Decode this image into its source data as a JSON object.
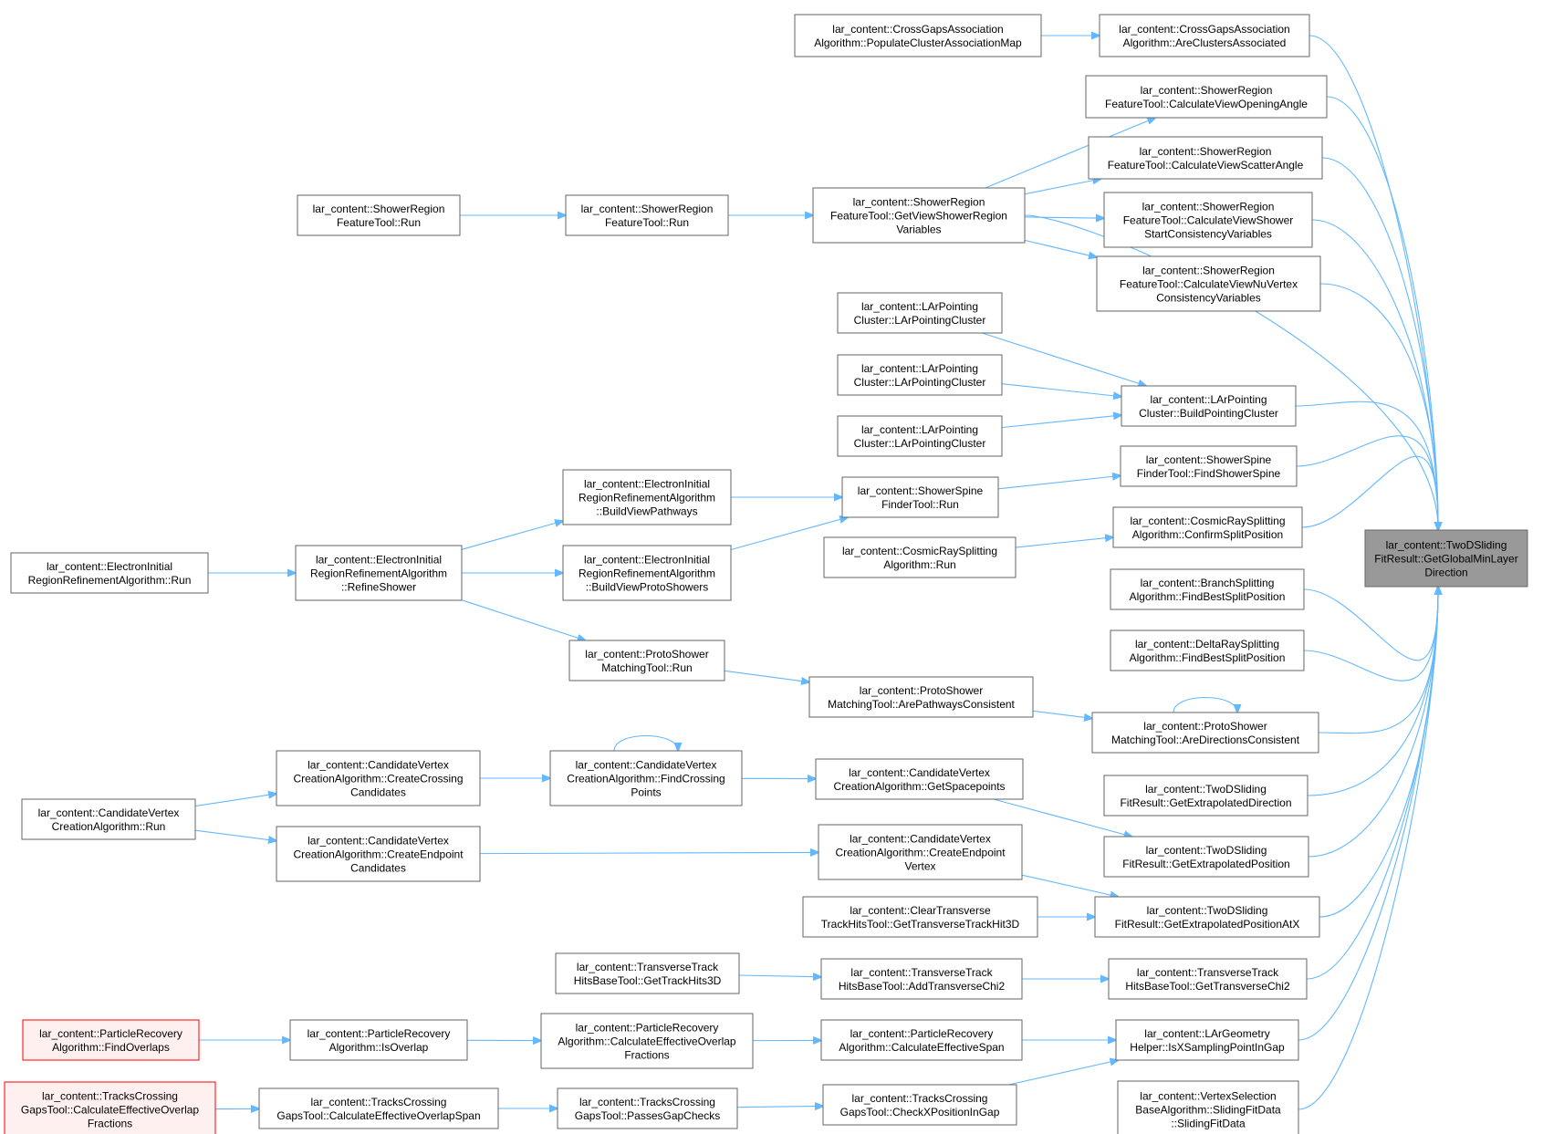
{
  "colors": {
    "edge": "#63b8ff",
    "root_fill": "#999999",
    "node_border": "#666666",
    "highlight_border": "#ff0000",
    "highlight_fill": "#fff0f0"
  },
  "nodes": [
    {
      "id": "root",
      "lines": [
        "lar_content::TwoDSliding",
        "FitResult::GetGlobalMinLayer",
        "Direction"
      ],
      "style": "root"
    },
    {
      "id": "cg_are",
      "lines": [
        "lar_content::CrossGapsAssociation",
        "Algorithm::AreClustersAssociated"
      ]
    },
    {
      "id": "cg_pop",
      "lines": [
        "lar_content::CrossGapsAssociation",
        "Algorithm::PopulateClusterAssociationMap"
      ]
    },
    {
      "id": "sr_open",
      "lines": [
        "lar_content::ShowerRegion",
        "FeatureTool::CalculateViewOpeningAngle"
      ]
    },
    {
      "id": "sr_scatter",
      "lines": [
        "lar_content::ShowerRegion",
        "FeatureTool::CalculateViewScatterAngle"
      ]
    },
    {
      "id": "sr_start",
      "lines": [
        "lar_content::ShowerRegion",
        "FeatureTool::CalculateViewShower",
        "StartConsistencyVariables"
      ]
    },
    {
      "id": "sr_nu",
      "lines": [
        "lar_content::ShowerRegion",
        "FeatureTool::CalculateViewNuVertex",
        "ConsistencyVariables"
      ]
    },
    {
      "id": "sr_get",
      "lines": [
        "lar_content::ShowerRegion",
        "FeatureTool::GetViewShowerRegion",
        "Variables"
      ]
    },
    {
      "id": "sr_run1",
      "lines": [
        "lar_content::ShowerRegion",
        "FeatureTool::Run"
      ]
    },
    {
      "id": "sr_run2",
      "lines": [
        "lar_content::ShowerRegion",
        "FeatureTool::Run"
      ]
    },
    {
      "id": "lp_c1",
      "lines": [
        "lar_content::LArPointing",
        "Cluster::LArPointingCluster"
      ]
    },
    {
      "id": "lp_c2",
      "lines": [
        "lar_content::LArPointing",
        "Cluster::LArPointingCluster"
      ]
    },
    {
      "id": "lp_c3",
      "lines": [
        "lar_content::LArPointing",
        "Cluster::LArPointingCluster"
      ]
    },
    {
      "id": "lp_build",
      "lines": [
        "lar_content::LArPointing",
        "Cluster::BuildPointingCluster"
      ]
    },
    {
      "id": "ss_find",
      "lines": [
        "lar_content::ShowerSpine",
        "FinderTool::FindShowerSpine"
      ]
    },
    {
      "id": "ss_run",
      "lines": [
        "lar_content::ShowerSpine",
        "FinderTool::Run"
      ]
    },
    {
      "id": "ei_path",
      "lines": [
        "lar_content::ElectronInitial",
        "RegionRefinementAlgorithm",
        "::BuildViewPathways"
      ]
    },
    {
      "id": "ei_proto",
      "lines": [
        "lar_content::ElectronInitial",
        "RegionRefinementAlgorithm",
        "::BuildViewProtoShowers"
      ]
    },
    {
      "id": "ei_refine",
      "lines": [
        "lar_content::ElectronInitial",
        "RegionRefinementAlgorithm",
        "::RefineShower"
      ]
    },
    {
      "id": "ei_run",
      "lines": [
        "lar_content::ElectronInitial",
        "RegionRefinementAlgorithm::Run"
      ]
    },
    {
      "id": "cr_confirm",
      "lines": [
        "lar_content::CosmicRaySplitting",
        "Algorithm::ConfirmSplitPosition"
      ]
    },
    {
      "id": "cr_run",
      "lines": [
        "lar_content::CosmicRaySplitting",
        "Algorithm::Run"
      ]
    },
    {
      "id": "bs_find",
      "lines": [
        "lar_content::BranchSplitting",
        "Algorithm::FindBestSplitPosition"
      ]
    },
    {
      "id": "dr_find",
      "lines": [
        "lar_content::DeltaRaySplitting",
        "Algorithm::FindBestSplitPosition"
      ]
    },
    {
      "id": "ps_dir",
      "lines": [
        "lar_content::ProtoShower",
        "MatchingTool::AreDirectionsConsistent"
      ]
    },
    {
      "id": "ps_path",
      "lines": [
        "lar_content::ProtoShower",
        "MatchingTool::ArePathwaysConsistent"
      ]
    },
    {
      "id": "ps_run",
      "lines": [
        "lar_content::ProtoShower",
        "MatchingTool::Run"
      ]
    },
    {
      "id": "tds_dir",
      "lines": [
        "lar_content::TwoDSliding",
        "FitResult::GetExtrapolatedDirection"
      ]
    },
    {
      "id": "tds_pos",
      "lines": [
        "lar_content::TwoDSliding",
        "FitResult::GetExtrapolatedPosition"
      ]
    },
    {
      "id": "tds_posx",
      "lines": [
        "lar_content::TwoDSliding",
        "FitResult::GetExtrapolatedPositionAtX"
      ]
    },
    {
      "id": "cv_space",
      "lines": [
        "lar_content::CandidateVertex",
        "CreationAlgorithm::GetSpacepoints"
      ]
    },
    {
      "id": "cv_find",
      "lines": [
        "lar_content::CandidateVertex",
        "CreationAlgorithm::FindCrossing",
        "Points"
      ]
    },
    {
      "id": "cv_cross",
      "lines": [
        "lar_content::CandidateVertex",
        "CreationAlgorithm::CreateCrossing",
        "Candidates"
      ]
    },
    {
      "id": "cv_endv",
      "lines": [
        "lar_content::CandidateVertex",
        "CreationAlgorithm::CreateEndpoint",
        "Vertex"
      ]
    },
    {
      "id": "cv_endc",
      "lines": [
        "lar_content::CandidateVertex",
        "CreationAlgorithm::CreateEndpoint",
        "Candidates"
      ]
    },
    {
      "id": "cv_run",
      "lines": [
        "lar_content::CandidateVertex",
        "CreationAlgorithm::Run"
      ]
    },
    {
      "id": "ct_get",
      "lines": [
        "lar_content::ClearTransverse",
        "TrackHitsTool::GetTransverseTrackHit3D"
      ]
    },
    {
      "id": "tt_chi2",
      "lines": [
        "lar_content::TransverseTrack",
        "HitsBaseTool::GetTransverseChi2"
      ]
    },
    {
      "id": "tt_add",
      "lines": [
        "lar_content::TransverseTrack",
        "HitsBaseTool::AddTransverseChi2"
      ]
    },
    {
      "id": "tt_hits",
      "lines": [
        "lar_content::TransverseTrack",
        "HitsBaseTool::GetTrackHits3D"
      ]
    },
    {
      "id": "geo",
      "lines": [
        "lar_content::LArGeometry",
        "Helper::IsXSamplingPointInGap"
      ]
    },
    {
      "id": "pr_span",
      "lines": [
        "lar_content::ParticleRecovery",
        "Algorithm::CalculateEffectiveSpan"
      ]
    },
    {
      "id": "pr_frac",
      "lines": [
        "lar_content::ParticleRecovery",
        "Algorithm::CalculateEffectiveOverlap",
        "Fractions"
      ]
    },
    {
      "id": "pr_overlap",
      "lines": [
        "lar_content::ParticleRecovery",
        "Algorithm::IsOverlap"
      ]
    },
    {
      "id": "pr_find",
      "lines": [
        "lar_content::ParticleRecovery",
        "Algorithm::FindOverlaps"
      ],
      "style": "red"
    },
    {
      "id": "tc_check",
      "lines": [
        "lar_content::TracksCrossing",
        "GapsTool::CheckXPositionInGap"
      ]
    },
    {
      "id": "tc_pass",
      "lines": [
        "lar_content::TracksCrossing",
        "GapsTool::PassesGapChecks"
      ]
    },
    {
      "id": "tc_span",
      "lines": [
        "lar_content::TracksCrossing",
        "GapsTool::CalculateEffectiveOverlapSpan"
      ]
    },
    {
      "id": "tc_frac",
      "lines": [
        "lar_content::TracksCrossing",
        "GapsTool::CalculateEffectiveOverlap",
        "Fractions"
      ],
      "style": "red"
    },
    {
      "id": "vs",
      "lines": [
        "lar_content::VertexSelection",
        "BaseAlgorithm::SlidingFitData",
        "::SlidingFitData"
      ]
    }
  ],
  "edges": [
    [
      "cg_pop",
      "cg_are"
    ],
    [
      "cg_are",
      "root"
    ],
    [
      "sr_open",
      "root"
    ],
    [
      "sr_scatter",
      "root"
    ],
    [
      "sr_start",
      "root"
    ],
    [
      "sr_nu",
      "root"
    ],
    [
      "sr_get",
      "root"
    ],
    [
      "sr_get",
      "sr_open"
    ],
    [
      "sr_get",
      "sr_scatter"
    ],
    [
      "sr_get",
      "sr_start"
    ],
    [
      "sr_get",
      "sr_nu"
    ],
    [
      "sr_run1",
      "sr_run2"
    ],
    [
      "sr_run2",
      "sr_get"
    ],
    [
      "lp_c1",
      "lp_build"
    ],
    [
      "lp_c2",
      "lp_build"
    ],
    [
      "lp_c3",
      "lp_build"
    ],
    [
      "lp_build",
      "root"
    ],
    [
      "ss_find",
      "root"
    ],
    [
      "ss_run",
      "ss_find"
    ],
    [
      "ei_path",
      "ss_run"
    ],
    [
      "ei_proto",
      "ss_run"
    ],
    [
      "ei_refine",
      "ei_path"
    ],
    [
      "ei_refine",
      "ei_proto"
    ],
    [
      "ei_refine",
      "ps_run"
    ],
    [
      "ei_run",
      "ei_refine"
    ],
    [
      "cr_confirm",
      "root"
    ],
    [
      "cr_run",
      "cr_confirm"
    ],
    [
      "bs_find",
      "root"
    ],
    [
      "dr_find",
      "root"
    ],
    [
      "ps_dir",
      "root"
    ],
    [
      "ps_dir",
      "ps_dir"
    ],
    [
      "ps_path",
      "ps_dir"
    ],
    [
      "ps_run",
      "ps_path"
    ],
    [
      "tds_dir",
      "root"
    ],
    [
      "tds_pos",
      "root"
    ],
    [
      "tds_posx",
      "root"
    ],
    [
      "cv_space",
      "tds_pos"
    ],
    [
      "cv_endv",
      "tds_posx"
    ],
    [
      "ct_get",
      "tds_posx"
    ],
    [
      "cv_find",
      "cv_find"
    ],
    [
      "cv_find",
      "cv_space"
    ],
    [
      "cv_cross",
      "cv_find"
    ],
    [
      "cv_endc",
      "cv_endv"
    ],
    [
      "cv_run",
      "cv_cross"
    ],
    [
      "cv_run",
      "cv_endc"
    ],
    [
      "tt_chi2",
      "root"
    ],
    [
      "tt_add",
      "tt_chi2"
    ],
    [
      "tt_hits",
      "tt_add"
    ],
    [
      "geo",
      "root"
    ],
    [
      "pr_span",
      "geo"
    ],
    [
      "pr_frac",
      "pr_span"
    ],
    [
      "pr_overlap",
      "pr_frac"
    ],
    [
      "pr_find",
      "pr_overlap"
    ],
    [
      "tc_check",
      "geo"
    ],
    [
      "tc_pass",
      "tc_check"
    ],
    [
      "tc_span",
      "tc_pass"
    ],
    [
      "tc_frac",
      "tc_span"
    ],
    [
      "vs",
      "root"
    ]
  ]
}
